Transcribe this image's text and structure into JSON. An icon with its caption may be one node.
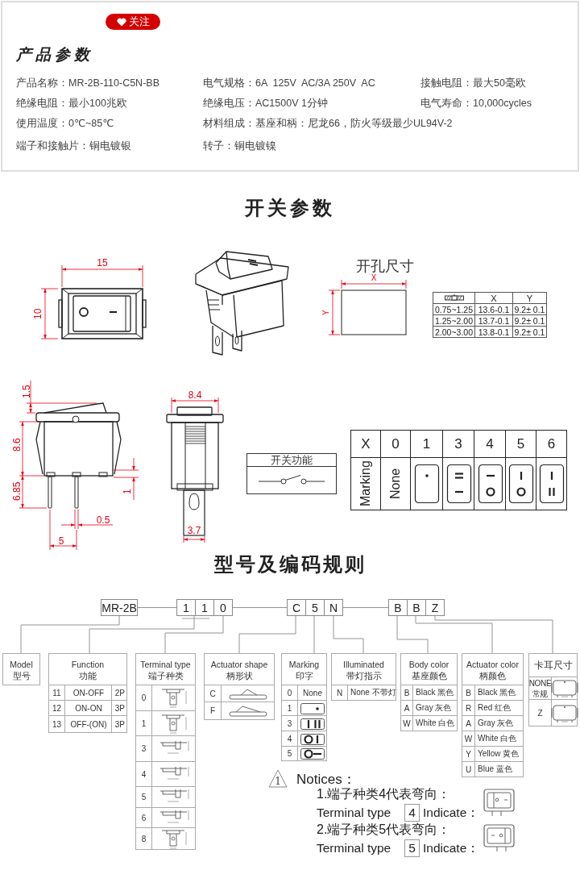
{
  "diagram": {
    "nodes": [
      {
        "text": [
          "开关功能"
        ]
      },
      {
        "text": [
          "MR-2B"
        ]
      },
      {
        "text": [
          "1"
        ]
      },
      {
        "text": [
          "1"
        ]
      },
      {
        "text": [
          "0"
        ]
      },
      {
        "text": [
          "C"
        ]
      },
      {
        "text": [
          "5"
        ]
      },
      {
        "text": [
          "N"
        ]
      },
      {
        "text": [
          "B"
        ]
      },
      {
        "text": [
          "B"
        ]
      },
      {
        "text": [
          "Z"
        ]
      },
      {
        "text": [
          "Model",
          "型号"
        ]
      },
      {
        "text": [
          "Function",
          "功能",
          "11",
          "ON-OFF",
          "2P",
          "12",
          "ON-ON",
          "3P",
          "13",
          "OFF-(ON)",
          "3P"
        ]
      },
      {
        "text": [
          "Terminal type",
          "端子种类",
          "0",
          "1",
          "3",
          "4",
          "5",
          "6",
          "8"
        ]
      },
      {
        "text": [
          "Actuator shape",
          "柄形状",
          "C",
          "F"
        ]
      },
      {
        "text": [
          "Marking",
          "印字",
          "0",
          "None",
          "1",
          "3",
          "4",
          "5"
        ]
      },
      {
        "text": [
          "Illuminated",
          "带灯指示",
          "N",
          "None 不带灯"
        ]
      },
      {
        "text": [
          "Body color",
          "基座颜色",
          "B",
          "Black 黑色",
          "A",
          "Gray 灰色",
          "W",
          "White 白色"
        ]
      },
      {
        "text": [
          "Actuator color",
          "柄颜色",
          "B",
          "Black 黑色",
          "R",
          "Red 红色",
          "A",
          "Gray 灰色",
          "W",
          "White 白色",
          "Y",
          "Yellow 黄色",
          "U",
          "Blue 蓝色"
        ]
      },
      {
        "text": [
          "卡耳尺寸",
          "NONE",
          "常规",
          "Z"
        ]
      }
    ],
    "edges": [
      {
        "from": 1,
        "to": 2,
        "arrow": "none"
      },
      {
        "from": 4,
        "to": 5,
        "arrow": "none"
      },
      {
        "from": 7,
        "to": 8,
        "arrow": "none"
      },
      {
        "from": 1,
        "to": 11,
        "arrow": "none"
      },
      {
        "from": 2,
        "to": 12,
        "arrow": "none"
      },
      {
        "from": 4,
        "to": 13,
        "arrow": "none"
      },
      {
        "from": 5,
        "to": 14,
        "arrow": "none"
      },
      {
        "from": 6,
        "to": 15,
        "arrow": "none"
      },
      {
        "from": 7,
        "to": 16,
        "arrow": "none"
      },
      {
        "from": 8,
        "to": 17,
        "arrow": "none"
      },
      {
        "from": 9,
        "to": 18,
        "arrow": "none"
      },
      {
        "from": 10,
        "to": 19,
        "arrow": "none"
      }
    ],
    "labels": [
      "关注",
      "产品参数",
      "产品名称：MR-2B-110-C5N-BB",
      "电气规格：6A  125V  AC/3A 250V  AC",
      "接触电阻：最大50毫欧",
      "绝缘电阻：最小100兆欧",
      "绝缘电压：AC1500V 1分钟",
      "电气寿命：10,000cycles",
      "使用温度：0℃~85℃",
      "材料组成：基座和柄：尼龙66，防火等级最少UL94V-2",
      "端子和接触片：铜电镀银",
      "转子：铜电镀镍",
      "开关参数",
      "15",
      "10",
      "开孔尺寸",
      "X",
      "Y",
      "X",
      "Y",
      "0.75~1.25",
      "13.6-0.1",
      "9.2± 0.1",
      "1.25~2.00",
      "13.7-0.1",
      "9.2± 0.1",
      "2.00~3.00",
      "13.8-0.1",
      "9.2± 0.1",
      "1.5",
      "8.4",
      "8.6",
      "6.85",
      "1",
      "0.5",
      "5",
      "3.7",
      "X",
      "0",
      "1",
      "3",
      "4",
      "5",
      "6",
      "Marking",
      "None",
      "型号及编码规则",
      "1",
      "Notices：",
      "1.端子种类4代表弯向：",
      "Terminal type",
      "4",
      "Indicate：",
      "2.端子种类5代表弯向：",
      "Terminal type",
      "5",
      "Indicate："
    ]
  }
}
